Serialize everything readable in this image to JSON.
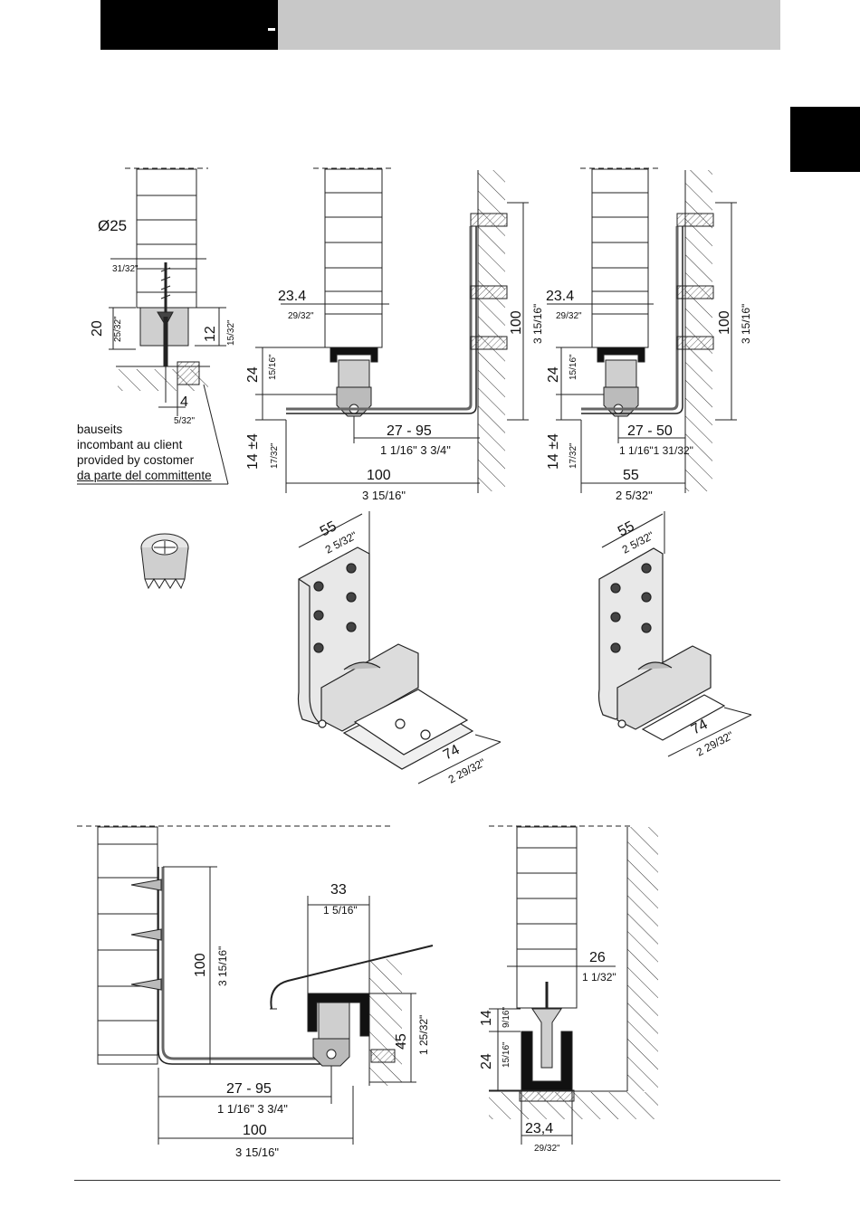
{
  "header": {
    "title": ""
  },
  "note": {
    "lines": [
      "bauseits",
      "incombant au client",
      "provided by costomer",
      "da parte del committente"
    ]
  },
  "dims": {
    "d_dia": "Ø25",
    "d_dia_in": "31/32\"",
    "d_20": "20",
    "d_20_in": "25/32\"",
    "d_12": "12",
    "d_12_in": "15/32\"",
    "d_4": "4",
    "d_4_in": "5/32\"",
    "a_234": "23.4",
    "a_234_in": "29/32\"",
    "a_24": "24",
    "a_24_in": "15/16\"",
    "a_100v": "100",
    "a_100v_in": "3 15/16\"",
    "a_14": "14 ±4",
    "a_14_in": "17/32\"",
    "a_2795": "27 - 95",
    "a_2795_in": "1 1/16\" 3 3/4\"",
    "a_100h": "100",
    "a_100h_in": "3 15/16\"",
    "b_234": "23.4",
    "b_234_in": "29/32\"",
    "b_24": "24",
    "b_24_in": "15/16\"",
    "b_100v": "100",
    "b_100v_in": "3 15/16\"",
    "b_14": "14 ±4",
    "b_14_in": "17/32\"",
    "b_2750": "27 - 50",
    "b_2750_in": "1 1/16\"1 31/32\"",
    "b_55": "55",
    "b_55_in": "2 5/32\"",
    "c_55": "55",
    "c_55_in": "2 5/32\"",
    "c_74": "74",
    "c_74_in": "2 29/32\"",
    "d2_55": "55",
    "d2_55_in": "2 5/32\"",
    "d2_74": "74",
    "d2_74_in": "2 29/32\"",
    "e_100v": "100",
    "e_100v_in": "3 15/16\"",
    "e_33": "33",
    "e_33_in": "1 5/16\"",
    "e_45": "45",
    "e_45_in": "1 25/32\"",
    "e_2795": "27  - 95",
    "e_2795_in": "1 1/16\" 3 3/4\"",
    "e_100h": "100",
    "e_100h_in": "3 15/16\"",
    "f_26": "26",
    "f_26_in": "1 1/32\"",
    "f_14": "14",
    "f_14_in": "9/16\"",
    "f_24": "24",
    "f_24_in": "15/16\"",
    "f_234": "23,4",
    "f_234_in": "29/32\""
  }
}
